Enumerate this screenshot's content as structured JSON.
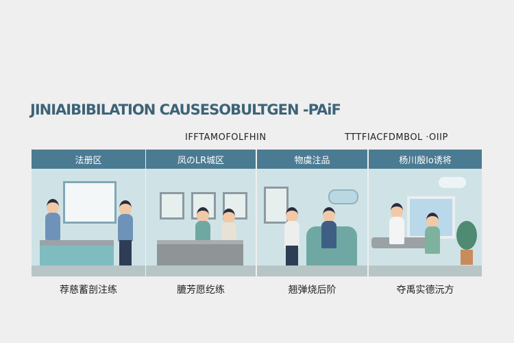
{
  "title": "JINIAIBIBILATION CAUSESOBULTGEN -PAiF",
  "subtitles": [
    "IFFTAMOFOLFHIN",
    "TTTFIACFDMBOL ·OIIP"
  ],
  "panels": [
    {
      "header": "法册区",
      "caption": "荐慈蓄剖注练"
    },
    {
      "header": "凤のLR城区",
      "caption": "膔芳愿纥练"
    },
    {
      "header": "物虞注品",
      "caption": "翘弹烧后阶"
    },
    {
      "header": "杨川殷lo诱将",
      "caption": "夺禹实德沅方"
    }
  ],
  "colors": {
    "header": "#4b7b92",
    "scene": "#cfe3e6",
    "title": "#3d6377"
  }
}
